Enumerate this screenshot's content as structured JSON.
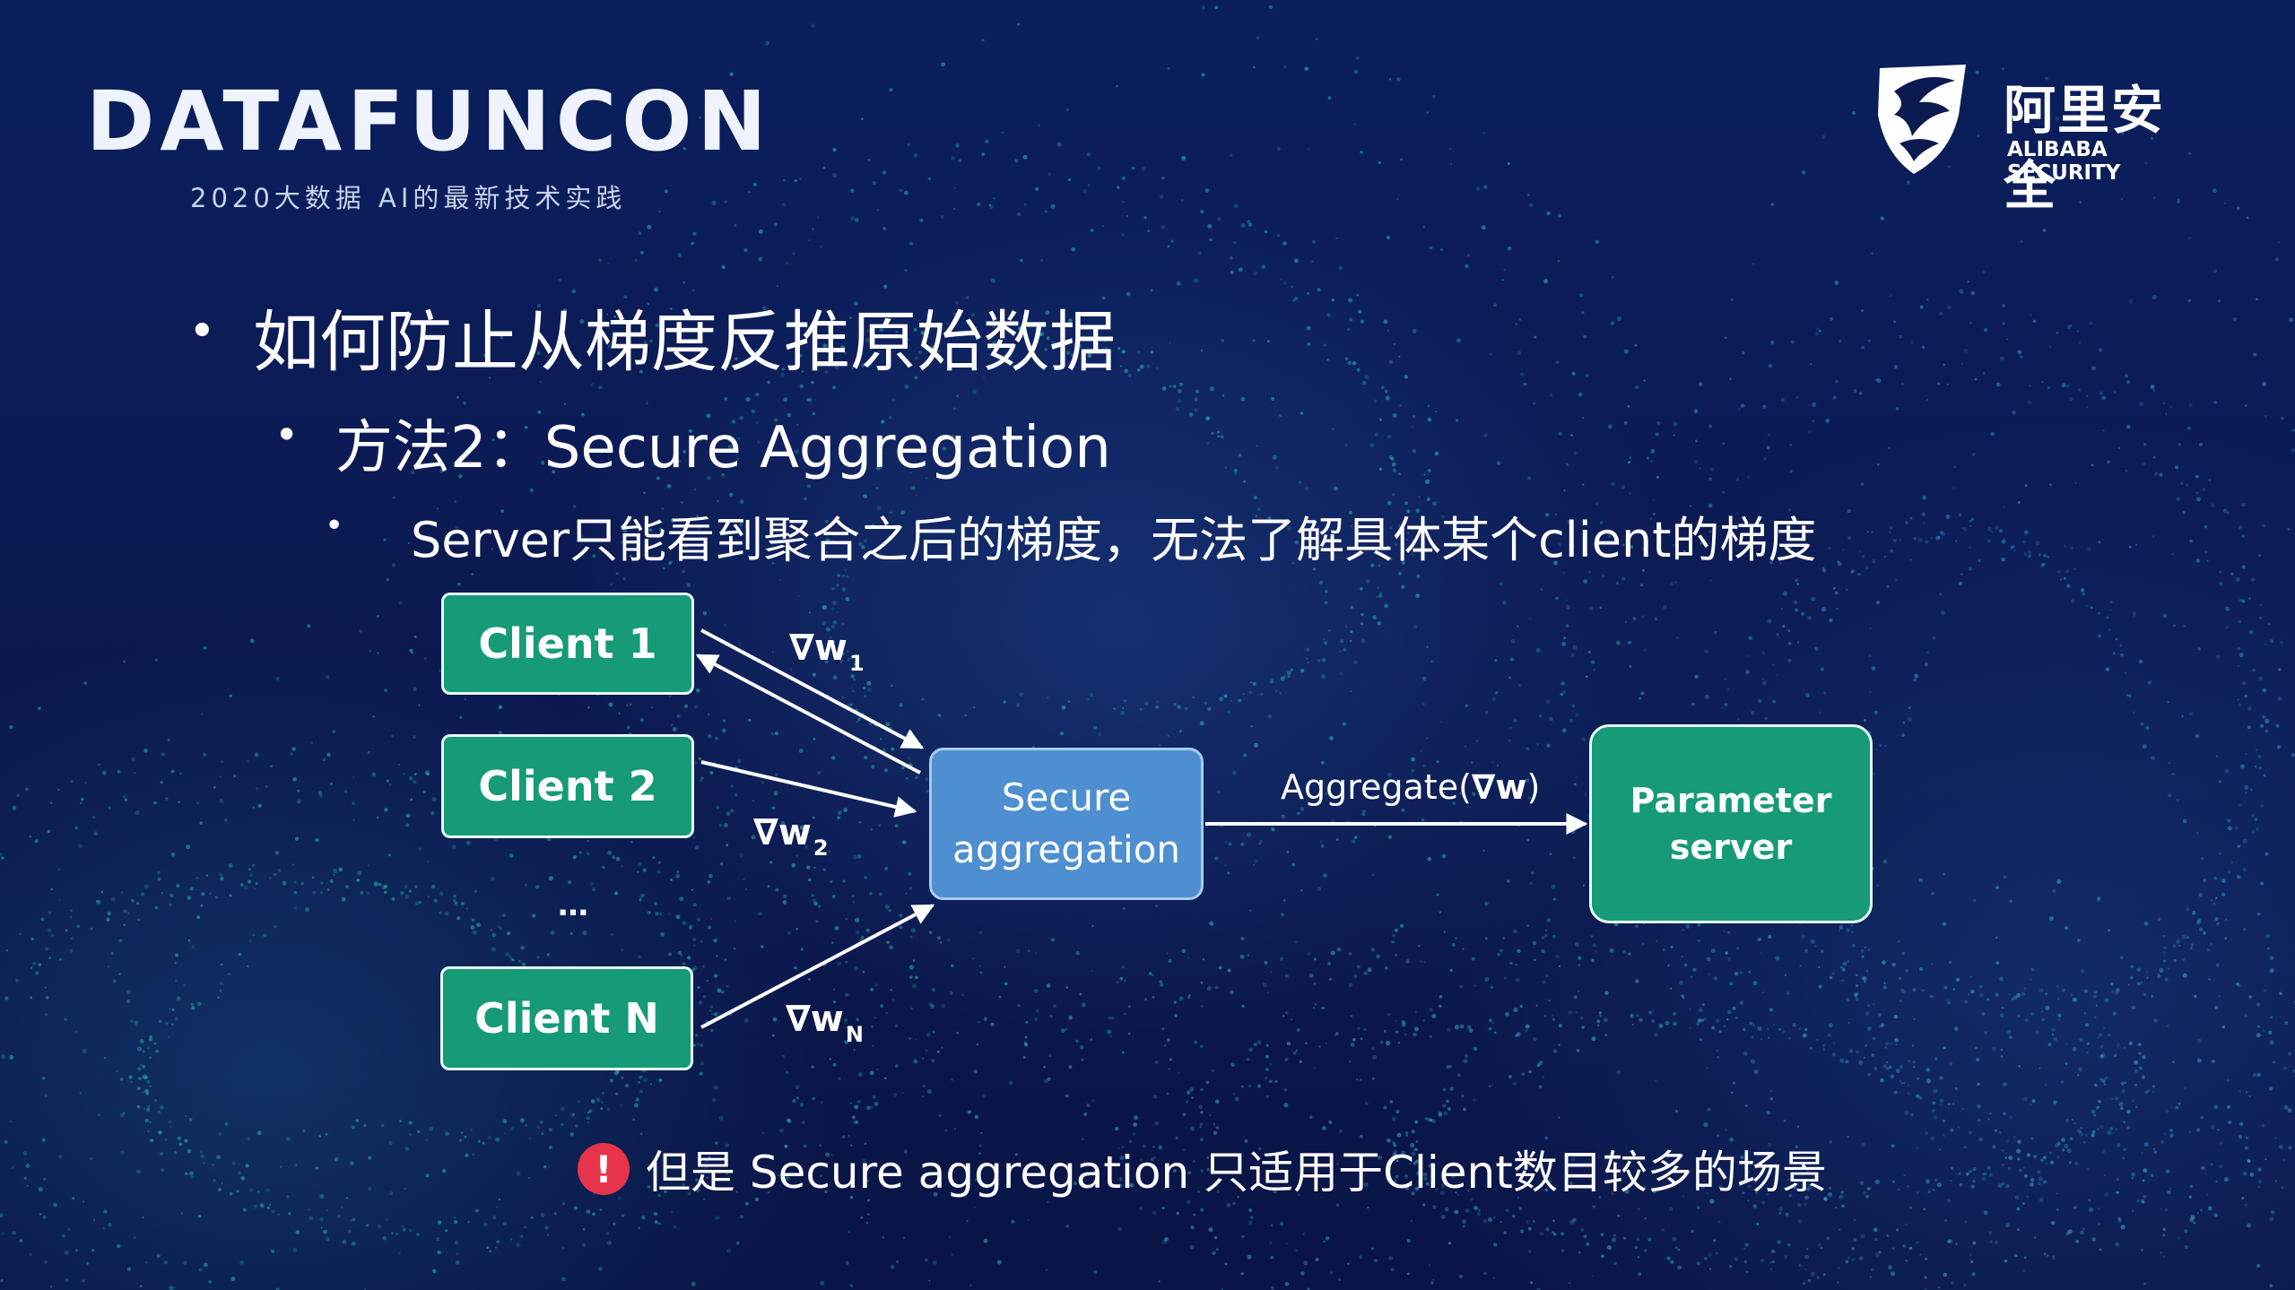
{
  "header": {
    "logo_title": "DATAFUNCON",
    "logo_subtitle": "2020大数据 AI的最新技术实践",
    "partner_cn": "阿里安全",
    "partner_en": "ALIBABA SECURITY"
  },
  "bullets": {
    "level1": "如何防止从梯度反推原始数据",
    "level2": "方法2：Secure Aggregation",
    "level3": "Server只能看到聚合之后的梯度，无法了解具体某个client的梯度"
  },
  "diagram": {
    "client1": "Client 1",
    "client2": "Client 2",
    "ellipsis": "…",
    "clientn": "Client N",
    "secure_line1": "Secure",
    "secure_line2": "aggregation",
    "param_line1": "Parameter",
    "param_line2": "server",
    "grad1_main": "∇w",
    "grad1_sub": "1",
    "grad2_main": "∇w",
    "grad2_sub": "2",
    "gradn_main": "∇w",
    "gradn_sub": "N",
    "agg_prefix": "Aggregate(",
    "agg_symbol": "∇w",
    "agg_suffix": ")"
  },
  "note": {
    "icon": "!",
    "text": "但是 Secure aggregation 只适用于Client数目较多的场景"
  },
  "colors": {
    "client_green": "#169a78",
    "secure_blue": "#4d8fd0",
    "alert_red": "#e8344a"
  }
}
